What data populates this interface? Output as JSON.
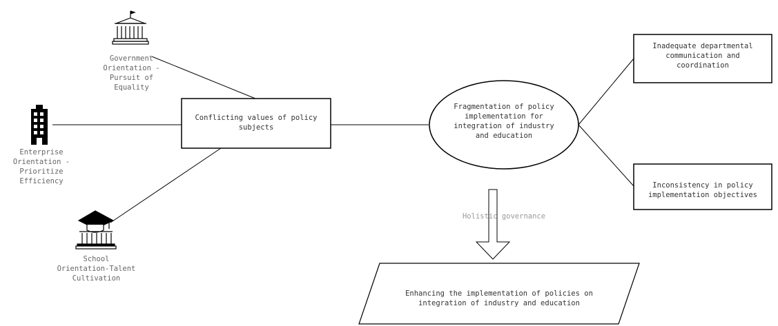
{
  "actors": {
    "government": "Government\nOrientation -\nPursuit of\nEquality",
    "enterprise": "Enterprise\nOrientation -\nPrioritize\nEfficiency",
    "school": "School\nOrientation-Talent\nCultivation"
  },
  "center_box": "Conflicting values of policy\nsubjects",
  "ellipse": "Fragmentation of policy\nimplementation for\nintegration of industry\nand education",
  "right_boxes": {
    "top": "Inadequate departmental\ncommunication and\ncoordination",
    "bottom": "Inconsistency in policy\nimplementation objectives"
  },
  "arrow_label": "Holistic governance",
  "result_box": "Enhancing the implementation of policies on\nintegration of industry and education",
  "icons": {
    "government": "government-building-icon",
    "enterprise": "office-building-icon",
    "school": "school-graduation-icon"
  },
  "colors": {
    "line": "#000000",
    "text": "#666666"
  }
}
